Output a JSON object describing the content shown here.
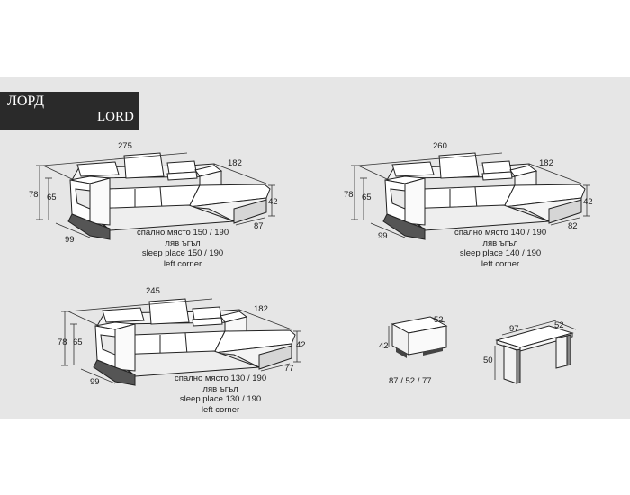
{
  "header": {
    "title_bg": "ЛОРД",
    "title_en": "LORD"
  },
  "models": [
    {
      "width": "275",
      "chaise_depth": "182",
      "height": "78",
      "arm_height": "65",
      "seat_height": "42",
      "depth": "99",
      "chaise_width": "87",
      "sleep_bg": "спално място 150 / 190",
      "corner_bg": "ляв ъгъл",
      "sleep_en": "sleep place 150 / 190",
      "corner_en": "left corner"
    },
    {
      "width": "260",
      "chaise_depth": "182",
      "height": "78",
      "arm_height": "65",
      "seat_height": "42",
      "depth": "99",
      "chaise_width": "82",
      "sleep_bg": "спално място 140 / 190",
      "corner_bg": "ляв ъгъл",
      "sleep_en": "sleep place 140 / 190",
      "corner_en": "left corner"
    },
    {
      "width": "245",
      "chaise_depth": "182",
      "height": "78",
      "arm_height": "65",
      "seat_height": "42",
      "depth": "99",
      "chaise_width": "77",
      "sleep_bg": "спално място 130 / 190",
      "corner_bg": "ляв ъгъл",
      "sleep_en": "sleep place 130 / 190",
      "corner_en": "left corner"
    }
  ],
  "pouf": {
    "width": "87",
    "depth": "52",
    "height": "42",
    "dims": "87 / 52 / 77"
  },
  "table": {
    "width": "97",
    "depth": "52",
    "height": "50"
  }
}
